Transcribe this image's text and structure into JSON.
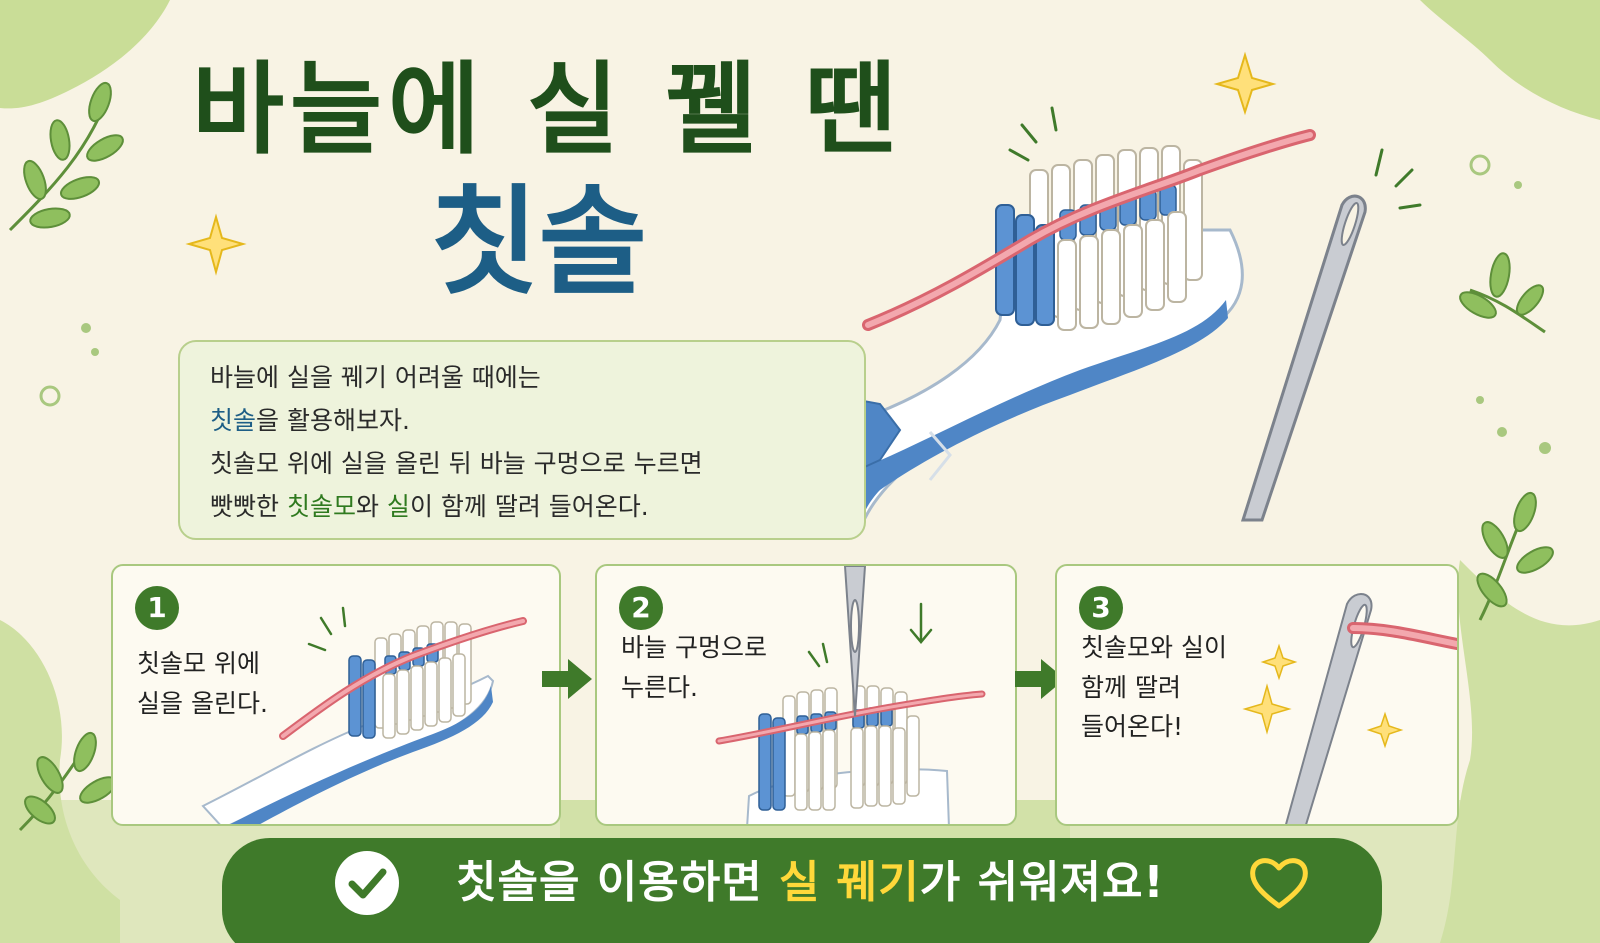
{
  "title": {
    "line1": "바늘에 실 꿸 땐",
    "line2": "칫솔"
  },
  "intro": {
    "line1": "바늘에 실을 꿰기 어려울 때에는",
    "line2_highlight": "칫솔",
    "line2_rest": "을 활용해보자.",
    "line3": "칫솔모 위에 실을 올린 뒤 바늘 구멍으로 누르면",
    "line4_pre": "빳빳한 ",
    "line4_hl1": "칫솔모",
    "line4_mid": "와 ",
    "line4_hl2": "실",
    "line4_post": "이 함께 딸려 들어온다."
  },
  "steps": [
    {
      "number": "1",
      "lines": [
        "칫솔모 위에",
        "실을 올린다."
      ]
    },
    {
      "number": "2",
      "lines": [
        "바늘 구멍으로",
        "누른다."
      ]
    },
    {
      "number": "3",
      "lines": [
        "칫솔모와 실이",
        "함께 딸려",
        "들어온다!"
      ]
    }
  ],
  "banner": {
    "pre": "칫솔을 이용하면 ",
    "highlight": "실 꿰기",
    "post": "가 쉬워져요!"
  },
  "icons": {
    "check": "check-circle-icon",
    "heart": "heart-outline-icon",
    "arrow": "arrow-right-icon",
    "sparkle": "sparkle-icon",
    "leaf": "leaf-branch-icon"
  },
  "colors": {
    "background": "#f8f3e4",
    "title_green": "#1f4f1b",
    "title_blue": "#1d5e86",
    "accent_green": "#3f7a2a",
    "light_green": "#a9c87f",
    "thread_pink": "#e88a90",
    "bristle_blue": "#4f86c6",
    "highlight_yellow": "#ffd83a"
  }
}
